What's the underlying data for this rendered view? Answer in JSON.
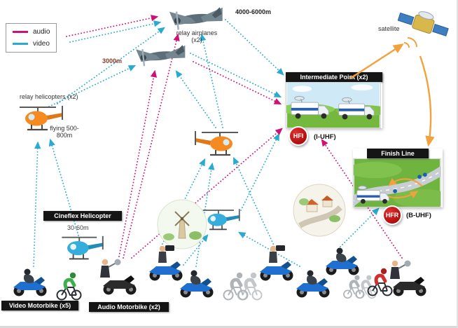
{
  "legend": {
    "audio_label": "audio",
    "video_label": "video"
  },
  "colors": {
    "audio": "#cc1177",
    "video": "#2aa9d2",
    "uplink": "#f2a13c",
    "badge_red": "#9c0000",
    "label_bg": "#151515"
  },
  "aerial": {
    "relay_airplanes_label": "relay airplanes (x2)",
    "altitude_high": "4000-6000m",
    "altitude_mid": "3000m",
    "satellite_label": "satellite"
  },
  "helicopters": {
    "relay_label": "relay helicopters (x2)",
    "relay_altitude": "flying 500-800m",
    "cineflex_label": "Cineflex Helicopter",
    "cineflex_altitude": "30-60m"
  },
  "stations": {
    "intermediate": {
      "title": "Intermediate Point (x2)",
      "badge": "HFI",
      "band": "(I-UHF)"
    },
    "finish": {
      "title": "Finish Line",
      "badge": "HFR",
      "band": "(B-UHF)"
    }
  },
  "ground": {
    "video_motorbike_label": "Video Motorbike (x5)",
    "audio_motorbike_label": "Audio Motorbike (x2)"
  }
}
